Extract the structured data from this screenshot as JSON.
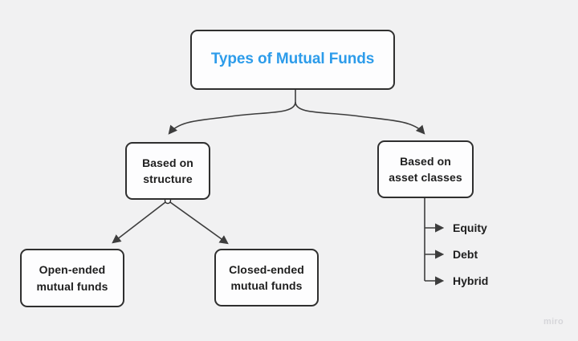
{
  "canvas": {
    "background_color": "#F1F1F2"
  },
  "diagram": {
    "title": "Types of Mutual Funds",
    "title_color": "#2D9CEA",
    "node_text_color": "#1E1E1E",
    "box_background": "#FDFDFE",
    "box_border_color": "#2F2F2F",
    "connector_color": "#3D3D3D",
    "nodes": {
      "structure": "Based on\nstructure",
      "asset_classes": "Based on\nasset classes",
      "open_ended": "Open-ended\nmutual funds",
      "closed_ended": "Closed-ended\nmutual funds"
    },
    "leaves": [
      "Equity",
      "Debt",
      "Hybrid"
    ]
  },
  "watermark": "miro"
}
